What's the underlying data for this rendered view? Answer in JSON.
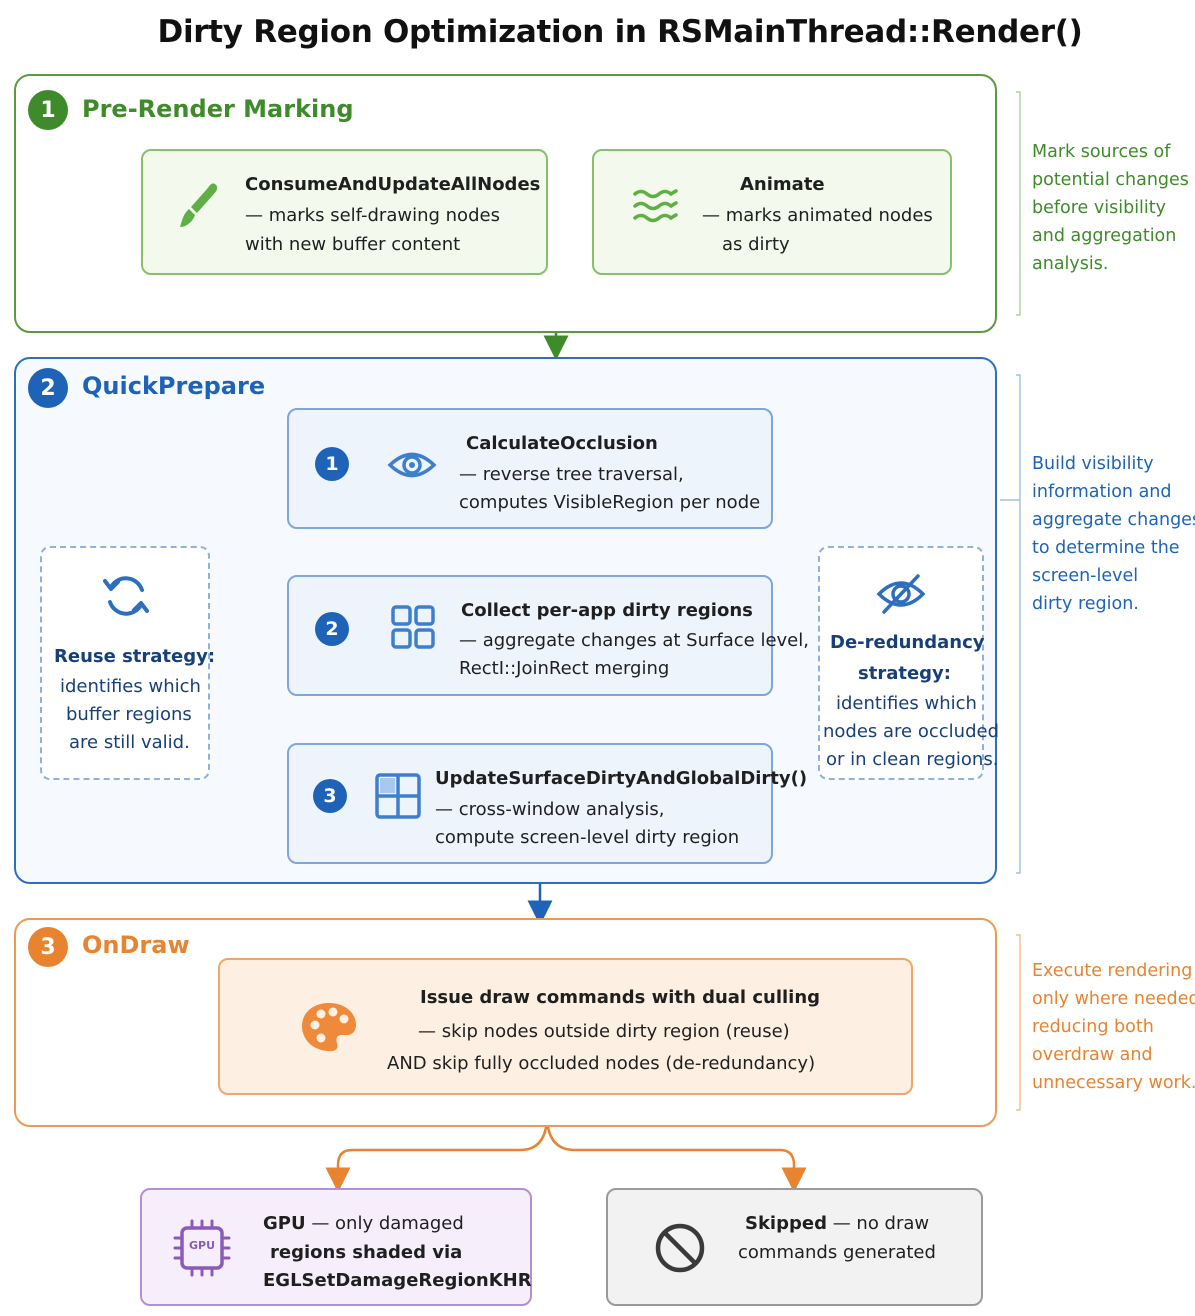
{
  "title": "Dirty Region Optimization in RSMainThread::Render()",
  "colors": {
    "green": "#3f8a2a",
    "blue": "#1e63b7",
    "orange": "#e8832f",
    "purple": "#8a5bb8",
    "gray": "#3a3a3a"
  },
  "sections": {
    "pre_render": {
      "number": "1",
      "title": "Pre-Render Marking",
      "note": [
        "Mark sources of",
        "potential changes",
        "before visibility",
        "and aggregation",
        "analysis."
      ],
      "consume": {
        "icon": "brush-icon",
        "title": "ConsumeAndUpdateAllNodes",
        "line1": "— marks self-drawing nodes",
        "line2": "with new buffer content"
      },
      "animate": {
        "icon": "waves-icon",
        "title": "Animate",
        "line1": "— marks animated nodes",
        "line2": "as dirty"
      }
    },
    "quick_prepare": {
      "number": "2",
      "title": "QuickPrepare",
      "note": [
        "Build visibility",
        "information and",
        "aggregate changes",
        "to determine the",
        "screen-level",
        "dirty region."
      ],
      "steps": [
        {
          "number": "1",
          "icon": "eye-icon",
          "title": "CalculateOcclusion",
          "line1": "— reverse tree traversal,",
          "line2": "computes VisibleRegion per node"
        },
        {
          "number": "2",
          "icon": "grid-icon",
          "title": "Collect per-app dirty regions",
          "line1": "— aggregate changes at Surface level,",
          "line2": "RectI::JoinRect merging"
        },
        {
          "number": "3",
          "icon": "window-layout-icon",
          "title": "UpdateSurfaceDirtyAndGlobalDirty()",
          "line1": "— cross-window analysis,",
          "line2": "compute screen-level dirty region"
        }
      ],
      "reuse": {
        "icon": "refresh-icon",
        "title": "Reuse strategy:",
        "lines": [
          "identifies which",
          "buffer regions",
          "are still valid."
        ]
      },
      "deredundancy": {
        "icon": "eye-off-icon",
        "title_line1": "De-redundancy",
        "title_line2": "strategy:",
        "lines": [
          "identifies which",
          "nodes are occluded",
          "or in clean regions."
        ]
      }
    },
    "on_draw": {
      "number": "3",
      "title": "OnDraw",
      "note": [
        "Execute rendering",
        "only where needed,",
        "reducing both",
        "overdraw and",
        "unnecessary work."
      ],
      "issue": {
        "icon": "palette-icon",
        "title": "Issue draw commands with dual culling",
        "line1": "— skip nodes outside dirty region (reuse)",
        "line2": "AND skip fully occluded nodes (de-redundancy)"
      }
    }
  },
  "outcomes": {
    "gpu": {
      "icon": "gpu-chip-icon",
      "chip_label": "GPU",
      "title": "GPU",
      "title_rest": " — only damaged",
      "line2": "regions shaded via",
      "line3": "EGLSetDamageRegionKHR"
    },
    "skipped": {
      "icon": "prohibited-icon",
      "title": "Skipped",
      "title_rest": " — no draw",
      "line2": "commands generated"
    }
  }
}
